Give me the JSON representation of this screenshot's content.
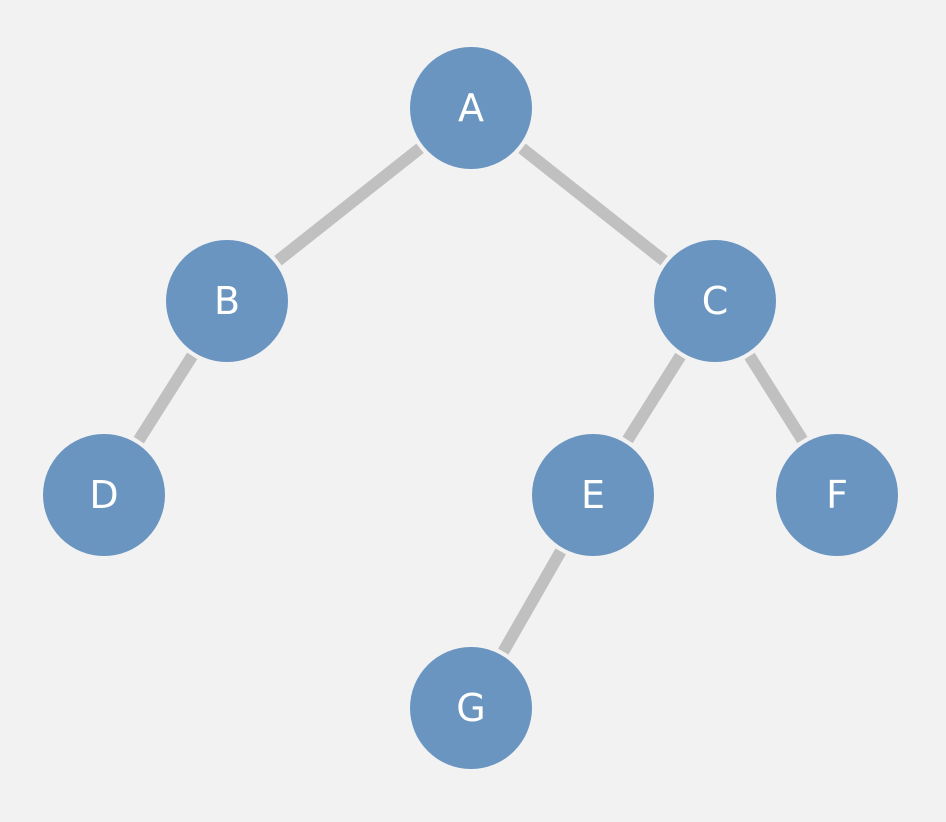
{
  "colors": {
    "background": "#f2f2f2",
    "node_fill": "#6a95c0",
    "node_text": "#ffffff",
    "edge": "#c0c0c0"
  },
  "tree": {
    "nodes": [
      {
        "id": "A",
        "label": "A"
      },
      {
        "id": "B",
        "label": "B"
      },
      {
        "id": "C",
        "label": "C"
      },
      {
        "id": "D",
        "label": "D"
      },
      {
        "id": "E",
        "label": "E"
      },
      {
        "id": "F",
        "label": "F"
      },
      {
        "id": "G",
        "label": "G"
      }
    ],
    "edges": [
      {
        "from": "A",
        "to": "B"
      },
      {
        "from": "A",
        "to": "C"
      },
      {
        "from": "B",
        "to": "D"
      },
      {
        "from": "C",
        "to": "E"
      },
      {
        "from": "C",
        "to": "F"
      },
      {
        "from": "E",
        "to": "G"
      }
    ]
  }
}
